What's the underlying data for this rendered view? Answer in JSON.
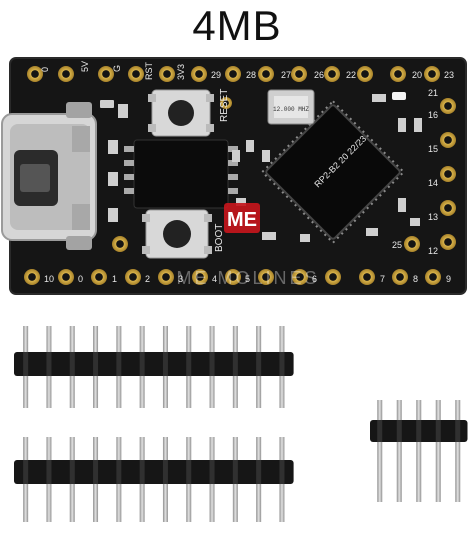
{
  "title": "4MB",
  "colors": {
    "pcb": "#141414",
    "pad_gold": "#c9a23a",
    "silk": "#e8e8e8",
    "pin_metal": "#b9b9b9",
    "header_plastic": "#161616"
  },
  "board": {
    "pins_top": [
      "0",
      "5V",
      "G",
      "RST",
      "3V3",
      "29",
      "28",
      "27",
      "26",
      "22",
      "20",
      "23"
    ],
    "pins_bottom": [
      "10",
      "0",
      "1",
      "2",
      "3",
      "4",
      "5",
      "6",
      "7",
      "8",
      "9"
    ],
    "pins_right": [
      "21",
      "16",
      "15",
      "14",
      "13",
      "12",
      "25"
    ],
    "labels": {
      "reset": "RESET",
      "boot": "BOOT",
      "crystal": "12.000 MHZ",
      "chip": "RP2-B2 20 22/23"
    },
    "watermark": "ME MOLINES"
  },
  "headers": [
    {
      "label": "pin-header-12-top",
      "pins": 12
    },
    {
      "label": "pin-header-12-bottom",
      "pins": 12
    },
    {
      "label": "pin-header-5",
      "pins": 5
    }
  ]
}
